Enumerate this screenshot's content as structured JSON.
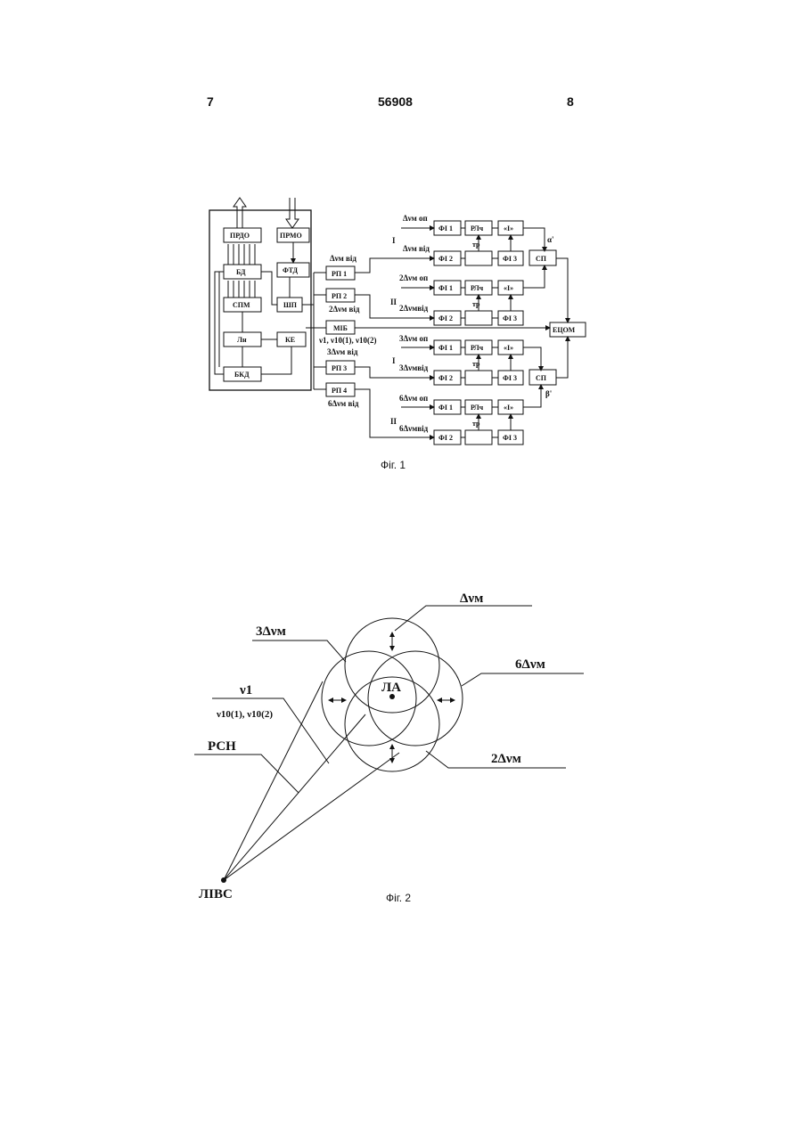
{
  "header": {
    "left": "7",
    "center": "56908",
    "right": "8"
  },
  "fig1": {
    "caption": "Фіг. 1",
    "blocks": {
      "prdo": "ПРДО",
      "prmo": "ПРМО",
      "bd": "БД",
      "ftd": "ФТД",
      "spm": "СПМ",
      "shp": "ШП",
      "ln": "Лн",
      "ke": "КЕ",
      "bkd": "БКД",
      "rp1": "РП 1",
      "rp2": "РП 2",
      "mib": "МІБ",
      "rp3": "РП 3",
      "rp4": "РП 4",
      "fi1": "ФІ 1",
      "fi2": "ФІ 2",
      "fi3": "ФІ 3",
      "rlch": "РЛч",
      "i": "«І»",
      "sp": "СП",
      "ecom": "ЕЦОМ"
    },
    "labels": {
      "rp1_in": "Δνм від",
      "rp2_out": "2Δνм від",
      "mib_out": "ν1, ν10(1), ν10(2)",
      "rp3_in": "3Δνм від",
      "rp4_out": "6Δνм від",
      "g1_op": "Δνм оп",
      "g1_vid": "Δνм від",
      "g2_op": "2Δνм оп",
      "g2_vid": "2Δνмвід",
      "g3_op": "3Δνм оп",
      "g3_vid": "3Δνмвід",
      "g4_op": "6Δνм оп",
      "g4_vid": "6Δνмвід",
      "roman_i": "I",
      "roman_ii": "II",
      "tr": "тр",
      "alpha": "α'",
      "beta": "β'"
    }
  },
  "fig2": {
    "caption": "Фіг. 2",
    "labels": {
      "dnu": "Δνм",
      "three_dnu": "3Δνм",
      "six_dnu": "6Δνм",
      "two_dnu": "2Δνм",
      "nu1": "ν1",
      "nu10": "ν10(1), ν10(2)",
      "rsn": "РСН",
      "la": "ЛА",
      "livs": "ЛІВС"
    }
  }
}
